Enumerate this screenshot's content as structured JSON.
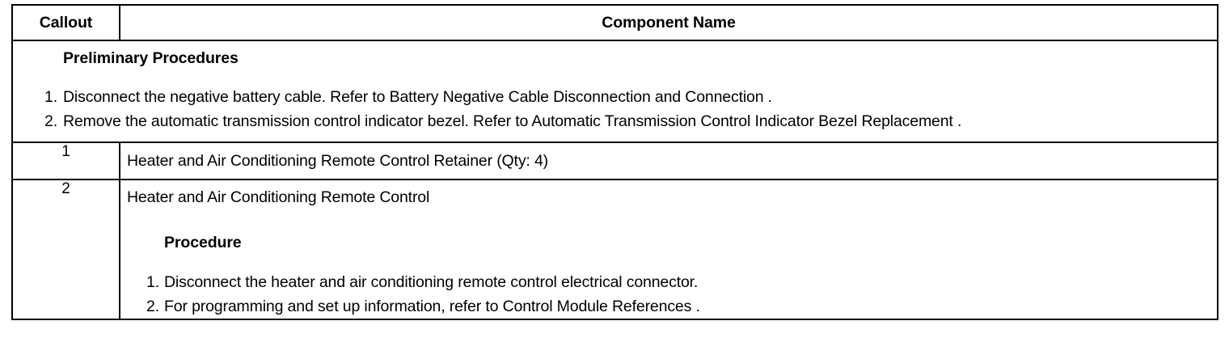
{
  "table": {
    "columns": [
      {
        "key": "callout",
        "label": "Callout"
      },
      {
        "key": "component_name",
        "label": "Component Name"
      }
    ],
    "preliminary": {
      "heading": "Preliminary Procedures",
      "steps": [
        {
          "num": "1.",
          "text": "Disconnect the negative battery cable. Refer to Battery Negative Cable Disconnection and Connection ."
        },
        {
          "num": "2.",
          "text": "Remove the automatic transmission control indicator bezel. Refer to Automatic Transmission Control Indicator Bezel Replacement ."
        }
      ]
    },
    "rows": [
      {
        "callout": "1",
        "component_name": "Heater and Air Conditioning Remote Control Retainer (Qty: 4)"
      },
      {
        "callout": "2",
        "component_name": "Heater and Air Conditioning Remote Control",
        "procedure_heading": "Procedure",
        "procedure_steps": [
          {
            "num": "1.",
            "text": "Disconnect the heater and air conditioning remote control electrical connector."
          },
          {
            "num": "2.",
            "text": "For programming and set up information, refer to Control Module References ."
          }
        ]
      }
    ]
  },
  "colors": {
    "border": "#000000",
    "text": "#000000",
    "background": "#ffffff"
  }
}
